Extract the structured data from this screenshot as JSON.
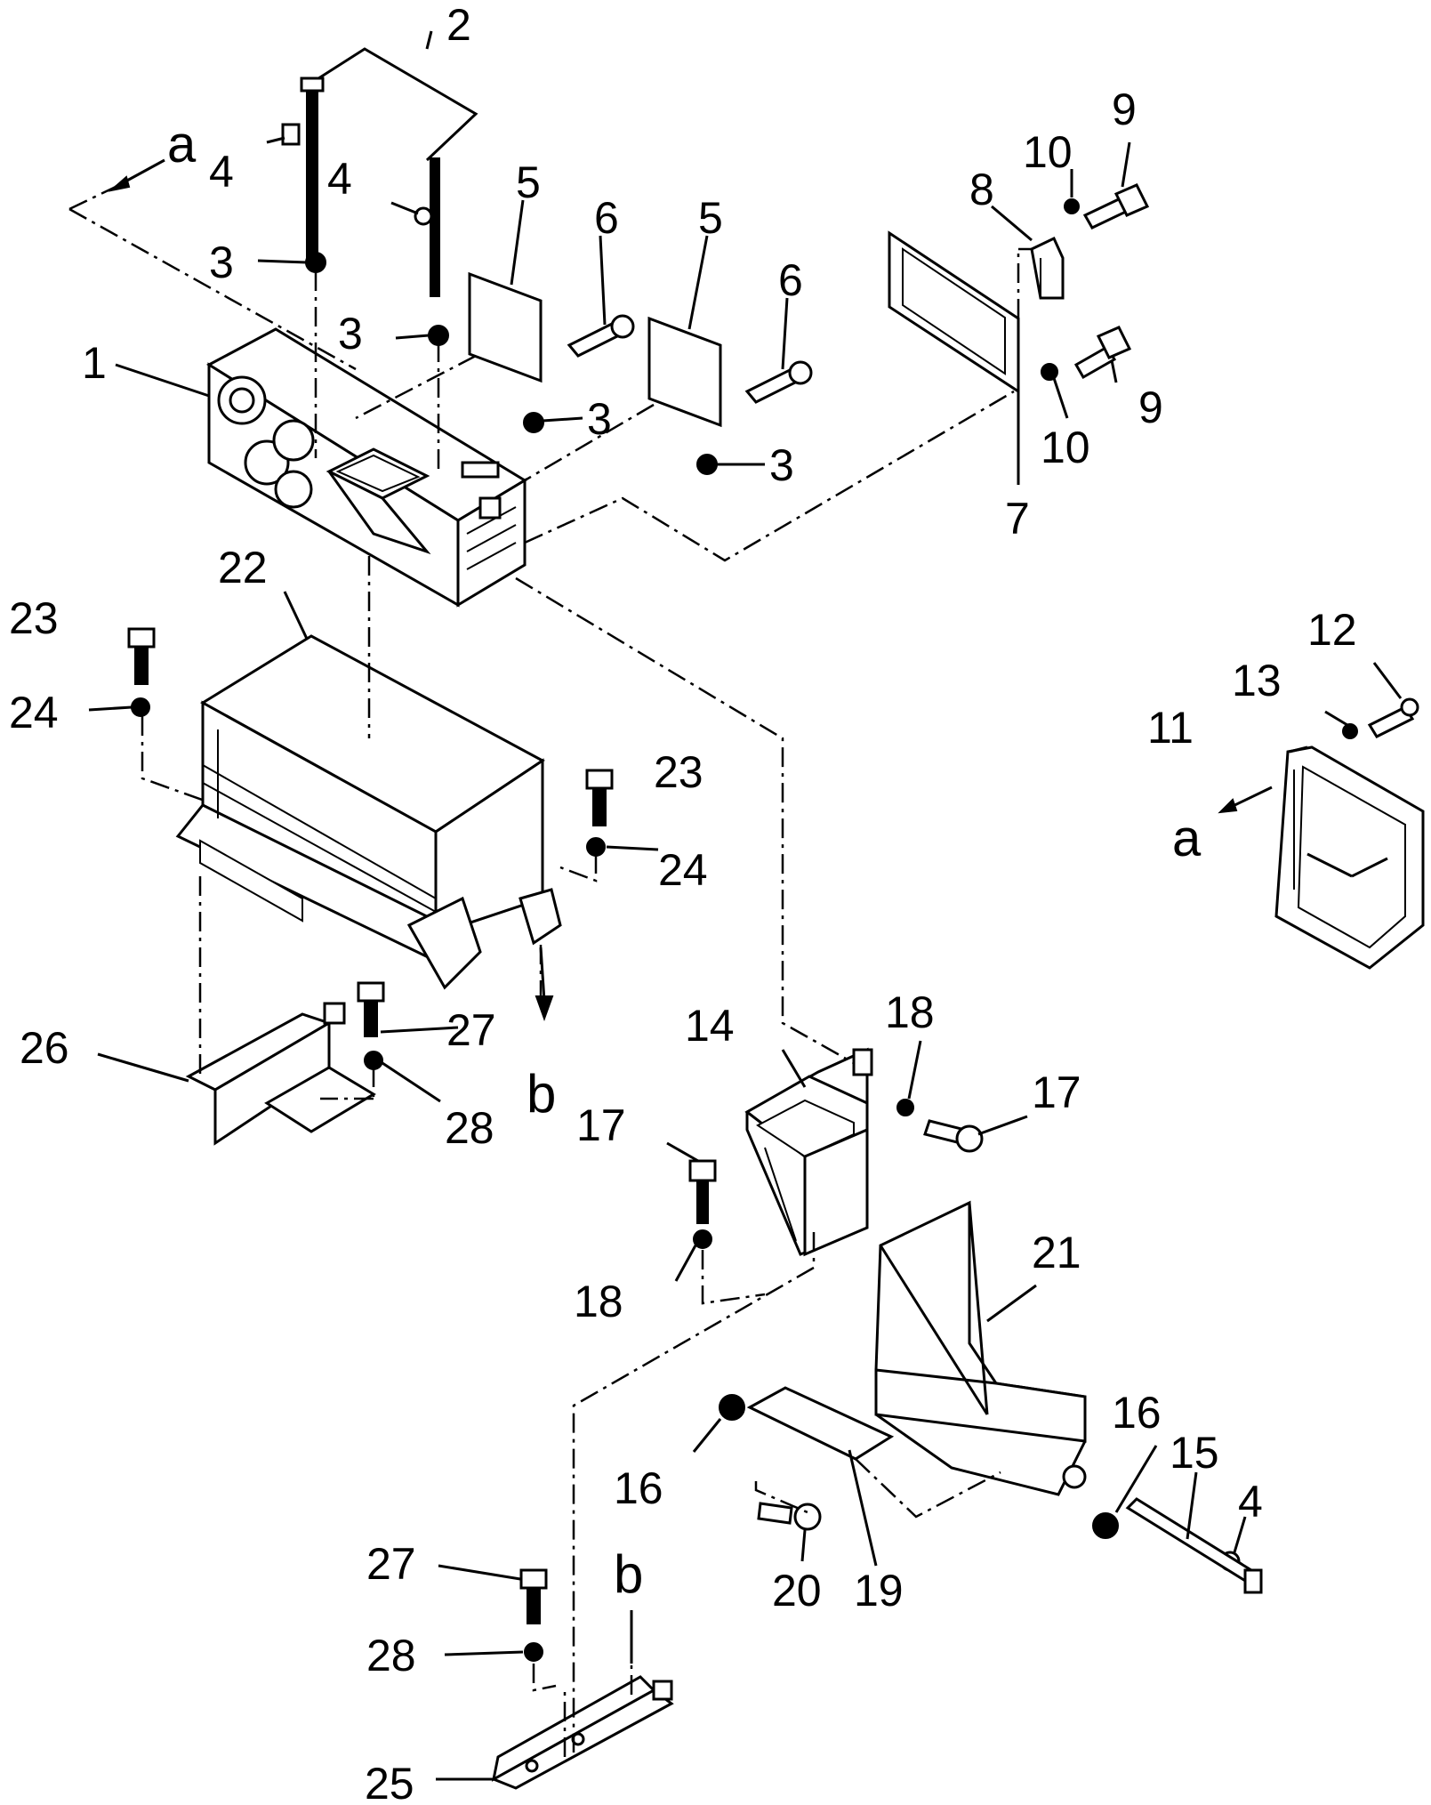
{
  "labels": {
    "l1": "1",
    "l2": "2",
    "l3a": "3",
    "l3b": "3",
    "l3c": "3",
    "l3d": "3",
    "l4a": "4",
    "l4b": "4",
    "l4c": "4",
    "l5a": "5",
    "l5b": "5",
    "l6a": "6",
    "l6b": "6",
    "l7": "7",
    "l8": "8",
    "l9a": "9",
    "l9b": "9",
    "l10a": "10",
    "l10b": "10",
    "l11": "11",
    "l12": "12",
    "l13": "13",
    "l14": "14",
    "l15": "15",
    "l16a": "16",
    "l16b": "16",
    "l17a": "17",
    "l17b": "17",
    "l18a": "18",
    "l18b": "18",
    "l19": "19",
    "l20": "20",
    "l21": "21",
    "l22": "22",
    "l23a": "23",
    "l23b": "23",
    "l24a": "24",
    "l24b": "24",
    "l25": "25",
    "l26": "26",
    "l27a": "27",
    "l27b": "27",
    "l28a": "28",
    "l28b": "28",
    "ref_a1": "a",
    "ref_a2": "a",
    "ref_b1": "b",
    "ref_b2": "b"
  }
}
